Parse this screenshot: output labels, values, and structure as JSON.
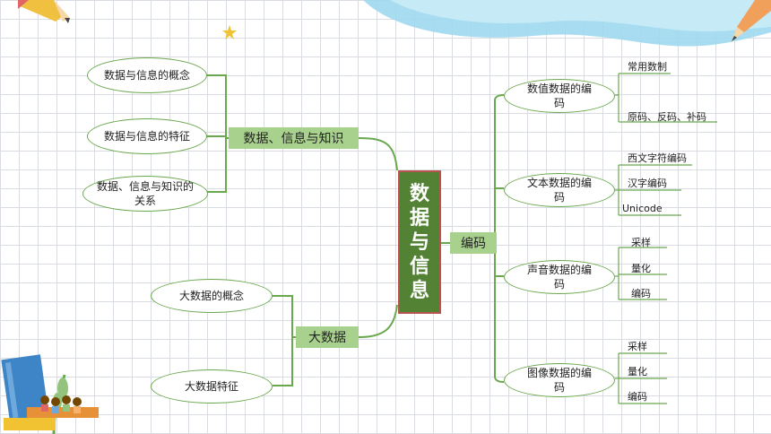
{
  "center": {
    "chars": [
      "数",
      "据",
      "与",
      "信",
      "息"
    ]
  },
  "branches": {
    "knowledge": {
      "label": "数据、信息与知识",
      "items": [
        "数据与信息的概念",
        "数据与信息的特征",
        "数据、信息与知识的关系"
      ]
    },
    "bigdata": {
      "label": "大数据",
      "items": [
        "大数据的概念",
        "大数据特征"
      ]
    },
    "encoding": {
      "label": "编码",
      "groups": [
        {
          "label": "数值数据的编码",
          "leaves": [
            "常用数制",
            "原码、反码、补码"
          ]
        },
        {
          "label": "文本数据的编码",
          "leaves": [
            "西文字符编码",
            "汉字编码",
            "Unicode"
          ]
        },
        {
          "label": "声音数据的编码",
          "leaves": [
            "采样",
            "量化",
            "编码"
          ]
        },
        {
          "label": "图像数据的编码",
          "leaves": [
            "采样",
            "量化",
            "编码"
          ]
        }
      ]
    }
  },
  "colors": {
    "line": "#6aa84f",
    "branch_box": "#a9d18e",
    "center_box": "#548235",
    "center_border": "#b85450",
    "splash": "#9fd8ee"
  }
}
